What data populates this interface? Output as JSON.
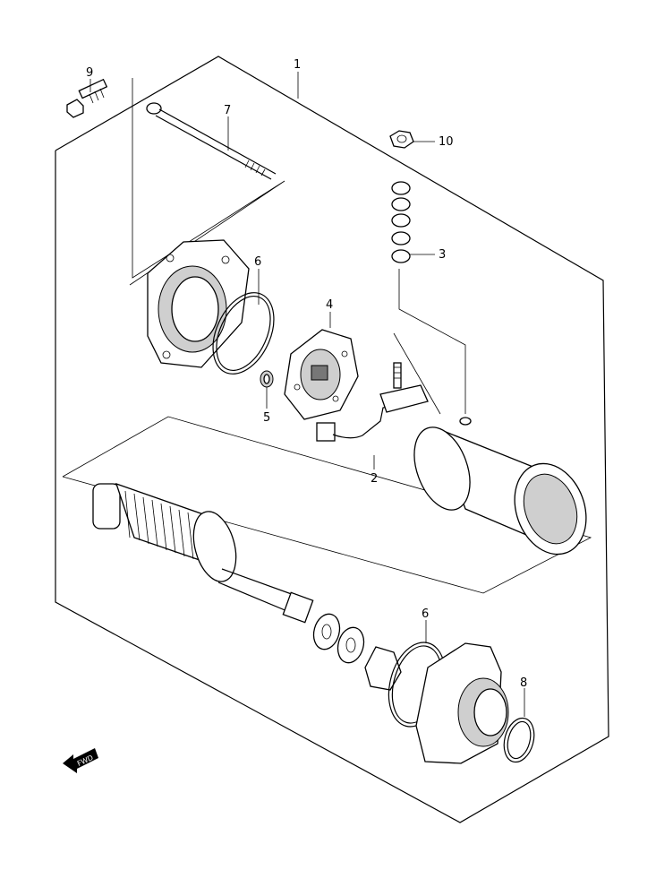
{
  "callouts": {
    "c1": "1",
    "c2": "2",
    "c3": "3",
    "c4": "4",
    "c5": "5",
    "c6a": "6",
    "c6b": "6",
    "c7": "7",
    "c8": "8",
    "c9": "9",
    "c10": "10"
  },
  "fwd_label": "FWD"
}
